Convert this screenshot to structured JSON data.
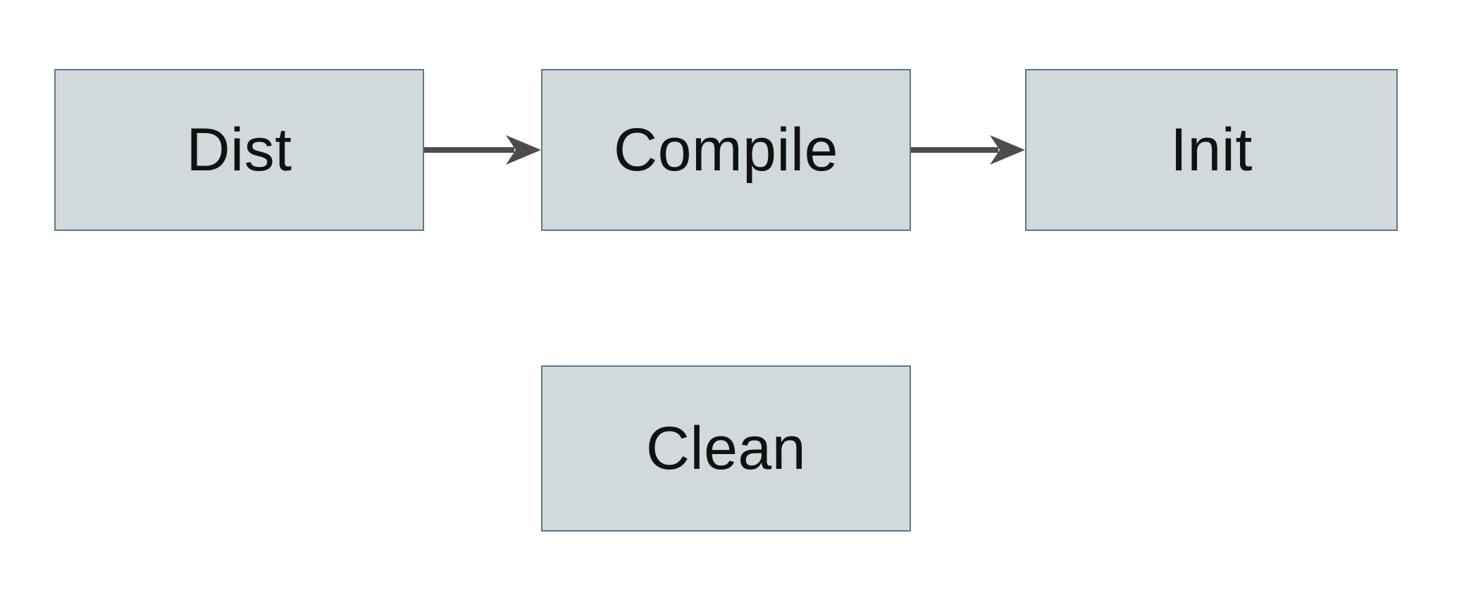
{
  "diagram": {
    "type": "flowchart",
    "nodes": [
      {
        "id": "dist",
        "label": "Dist"
      },
      {
        "id": "compile",
        "label": "Compile"
      },
      {
        "id": "init",
        "label": "Init"
      },
      {
        "id": "clean",
        "label": "Clean"
      }
    ],
    "edges": [
      {
        "from": "Dist",
        "to": "Compile",
        "style": "arrow"
      },
      {
        "from": "Compile",
        "to": "Init",
        "style": "arrow"
      }
    ]
  },
  "theme": {
    "background": "#ffffff",
    "node_fill": "#d2d9dc",
    "node_border": "#5c7886",
    "arrow": "#4c4c4c",
    "text": "#111111"
  }
}
